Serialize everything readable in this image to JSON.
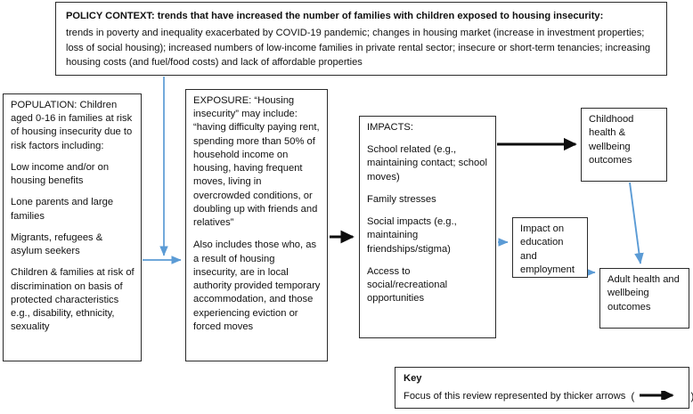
{
  "diagram": {
    "policy_context": {
      "title": "POLICY CONTEXT: trends that have increased the number of families with children exposed to housing insecurity:",
      "body": "trends in poverty and inequality exacerbated by COVID-19 pandemic; changes in housing market (increase in investment properties; loss of social housing); increased numbers of low-income families in private rental sector; insecure or short-term tenancies; increasing housing costs (and fuel/food costs) and lack of affordable properties"
    },
    "population": {
      "heading": "POPULATION: Children aged 0-16 in families at risk of housing insecurity due to risk factors including:",
      "items": [
        "Low income and/or on housing benefits",
        "Lone parents and large families",
        "Migrants, refugees & asylum seekers",
        "Children & families at risk of discrimination on basis of protected characteristics e.g., disability, ethnicity, sexuality"
      ]
    },
    "exposure": {
      "heading": "EXPOSURE: “Housing insecurity” may include: “having difficulty paying rent, spending more than 50% of household income on housing, having frequent moves, living in overcrowded conditions, or doubling up with friends and relatives”",
      "body": "Also includes those who, as a result of housing insecurity, are in local authority provided temporary accommodation, and those experiencing eviction or forced moves"
    },
    "impacts": {
      "heading": "IMPACTS:",
      "items": [
        "School related (e.g., maintaining contact; school moves)",
        "Family stresses",
        "Social impacts (e.g., maintaining friendships/stigma)",
        "Access to social/recreational opportunities"
      ]
    },
    "childhood_outcomes": {
      "label": "Childhood health & wellbeing outcomes"
    },
    "education_employment": {
      "label": "Impact on education and employment"
    },
    "adult_outcomes": {
      "label": "Adult health and wellbeing outcomes"
    },
    "key": {
      "title": "Key",
      "text": "Focus of this review represented by thicker arrows",
      "paren_open": "(",
      "paren_close": ")"
    },
    "colors": {
      "thin_arrow": "#5B9BD5",
      "thick_arrow": "#0d0d0d",
      "box_border": "#2b2b2b",
      "text": "#111111",
      "background": "#ffffff"
    }
  }
}
